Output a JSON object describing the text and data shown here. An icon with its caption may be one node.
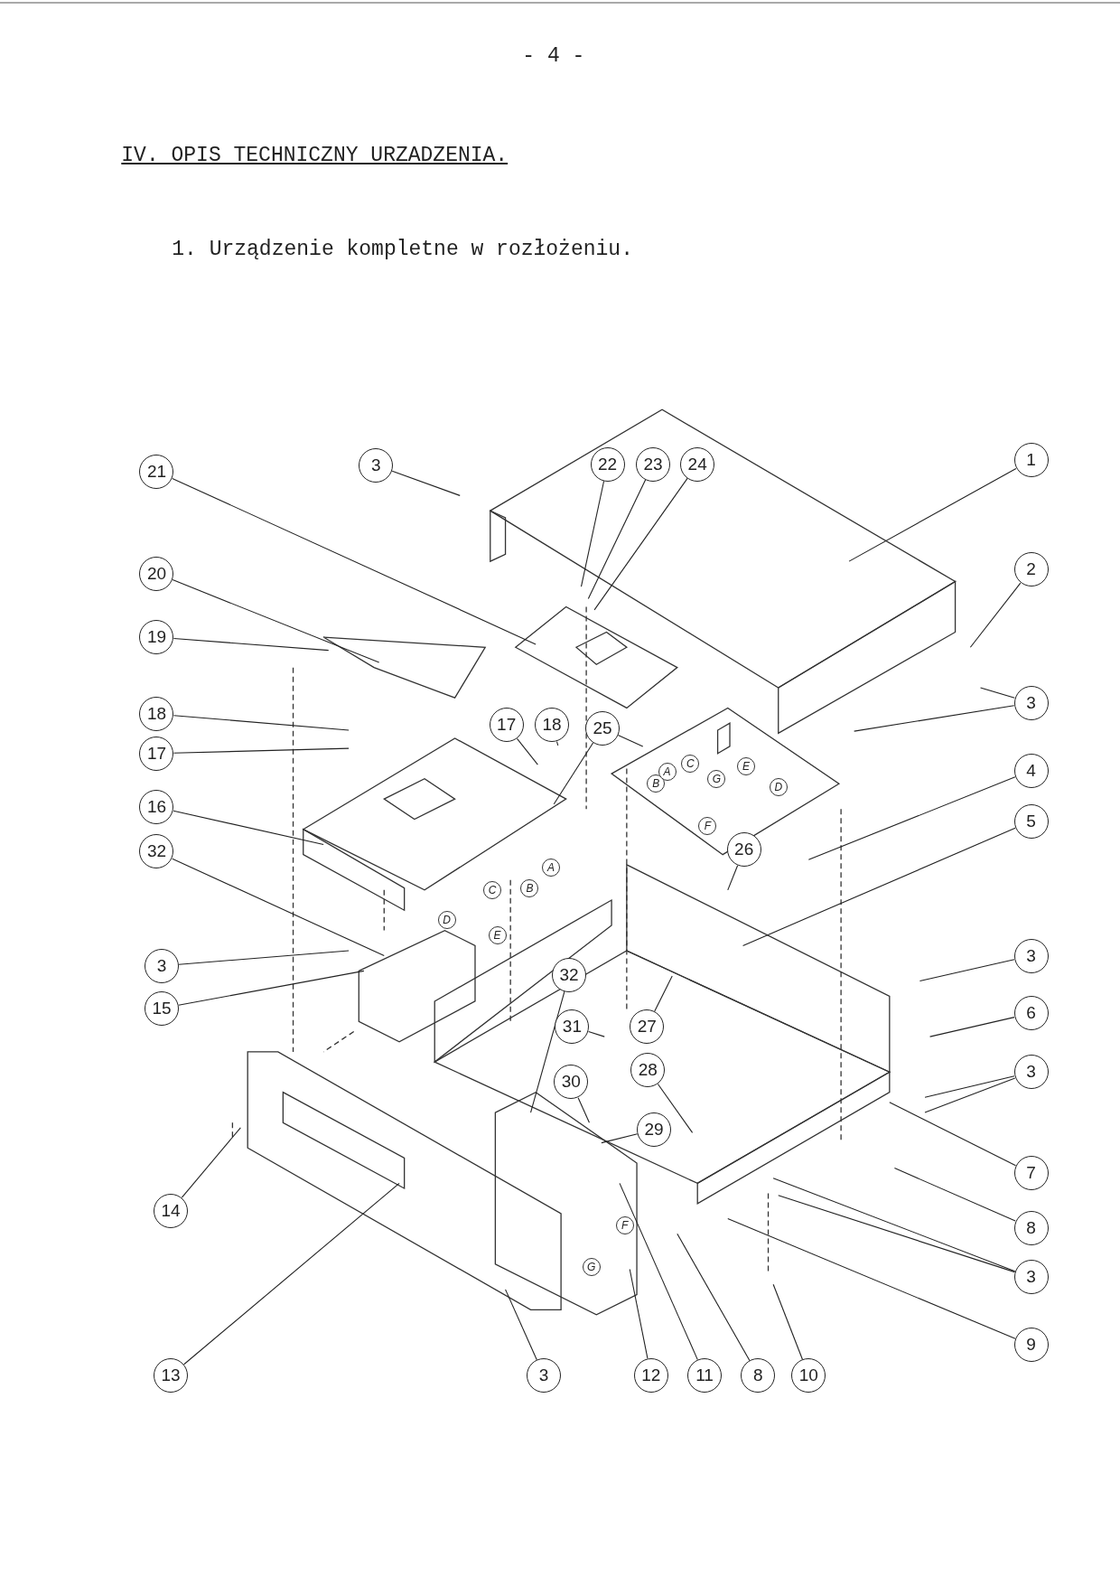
{
  "diagram": {
    "title": "IV. OPIS TECHNICZNY URZADZENIA.",
    "nodes": [
      {
        "text": [
          "1"
        ]
      },
      {
        "text": [
          "2"
        ]
      },
      {
        "text": [
          "3"
        ]
      },
      {
        "text": [
          "21"
        ]
      },
      {
        "text": [
          "22"
        ]
      },
      {
        "text": [
          "23"
        ]
      },
      {
        "text": [
          "24"
        ]
      },
      {
        "text": [
          "20"
        ]
      },
      {
        "text": [
          "19"
        ]
      },
      {
        "text": [
          "3"
        ]
      },
      {
        "text": [
          "18"
        ]
      },
      {
        "text": [
          "17"
        ]
      },
      {
        "text": [
          "18"
        ]
      },
      {
        "text": [
          "25"
        ]
      },
      {
        "text": [
          "17"
        ]
      },
      {
        "text": [
          "16"
        ]
      },
      {
        "text": [
          "4"
        ]
      },
      {
        "text": [
          "5"
        ]
      },
      {
        "text": [
          "26"
        ]
      },
      {
        "text": [
          "32"
        ]
      },
      {
        "text": [
          "3"
        ]
      },
      {
        "text": [
          "15"
        ]
      },
      {
        "text": [
          "3"
        ]
      },
      {
        "text": [
          "32"
        ]
      },
      {
        "text": [
          "6"
        ]
      },
      {
        "text": [
          "31"
        ]
      },
      {
        "text": [
          "27"
        ]
      },
      {
        "text": [
          "3"
        ]
      },
      {
        "text": [
          "28"
        ]
      },
      {
        "text": [
          "30"
        ]
      },
      {
        "text": [
          "29"
        ]
      },
      {
        "text": [
          "7"
        ]
      },
      {
        "text": [
          "14"
        ]
      },
      {
        "text": [
          "8"
        ]
      },
      {
        "text": [
          "3"
        ]
      },
      {
        "text": [
          "9"
        ]
      },
      {
        "text": [
          "13"
        ]
      },
      {
        "text": [
          "3"
        ]
      },
      {
        "text": [
          "12"
        ]
      },
      {
        "text": [
          "11"
        ]
      },
      {
        "text": [
          "8"
        ]
      },
      {
        "text": [
          "10"
        ]
      }
    ],
    "edges": [
      {
        "from": 0,
        "to": null,
        "arrow": "none"
      },
      {
        "from": 1,
        "to": null,
        "arrow": "none"
      },
      {
        "from": 2,
        "to": null,
        "arrow": "none"
      },
      {
        "from": 3,
        "to": null,
        "arrow": "none"
      },
      {
        "from": 4,
        "to": null,
        "arrow": "none"
      },
      {
        "from": 5,
        "to": null,
        "arrow": "none"
      },
      {
        "from": 6,
        "to": null,
        "arrow": "none"
      },
      {
        "from": 7,
        "to": null,
        "arrow": "none"
      },
      {
        "from": 8,
        "to": null,
        "arrow": "none"
      },
      {
        "from": 9,
        "to": null,
        "arrow": "none"
      },
      {
        "from": 9,
        "to": null,
        "arrow": "none"
      },
      {
        "from": 10,
        "to": null,
        "arrow": "none"
      },
      {
        "from": 11,
        "to": null,
        "arrow": "none"
      },
      {
        "from": 12,
        "to": null,
        "arrow": "none"
      },
      {
        "from": 13,
        "to": null,
        "arrow": "none"
      },
      {
        "from": 13,
        "to": null,
        "arrow": "none"
      },
      {
        "from": 14,
        "to": null,
        "arrow": "none"
      },
      {
        "from": 15,
        "to": null,
        "arrow": "none"
      },
      {
        "from": 16,
        "to": null,
        "arrow": "none"
      },
      {
        "from": 17,
        "to": null,
        "arrow": "none"
      },
      {
        "from": 18,
        "to": null,
        "arrow": "none"
      },
      {
        "from": 19,
        "to": null,
        "arrow": "none"
      },
      {
        "from": 20,
        "to": null,
        "arrow": "none"
      },
      {
        "from": 21,
        "to": null,
        "arrow": "none"
      },
      {
        "from": 22,
        "to": null,
        "arrow": "none"
      },
      {
        "from": 23,
        "to": null,
        "arrow": "none"
      },
      {
        "from": 24,
        "to": null,
        "arrow": "none"
      },
      {
        "from": 25,
        "to": null,
        "arrow": "none"
      },
      {
        "from": 26,
        "to": null,
        "arrow": "none"
      },
      {
        "from": 27,
        "to": null,
        "arrow": "none"
      },
      {
        "from": 27,
        "to": null,
        "arrow": "none"
      },
      {
        "from": 28,
        "to": null,
        "arrow": "none"
      },
      {
        "from": 29,
        "to": null,
        "arrow": "none"
      },
      {
        "from": 30,
        "to": null,
        "arrow": "none"
      },
      {
        "from": 31,
        "to": null,
        "arrow": "none"
      },
      {
        "from": 32,
        "to": null,
        "arrow": "none"
      },
      {
        "from": 33,
        "to": null,
        "arrow": "none"
      },
      {
        "from": 34,
        "to": null,
        "arrow": "none"
      },
      {
        "from": 34,
        "to": null,
        "arrow": "none"
      },
      {
        "from": 35,
        "to": null,
        "arrow": "none"
      },
      {
        "from": 36,
        "to": null,
        "arrow": "none"
      },
      {
        "from": 37,
        "to": null,
        "arrow": "none"
      },
      {
        "from": 38,
        "to": null,
        "arrow": "none"
      },
      {
        "from": 39,
        "to": null,
        "arrow": "none"
      },
      {
        "from": 40,
        "to": null,
        "arrow": "none"
      },
      {
        "from": 41,
        "to": null,
        "arrow": "none"
      }
    ],
    "labels": [
      "- 4 -",
      "1. Urządzenie kompletne w rozłożeniu.",
      "B",
      "A",
      "C",
      "G",
      "E",
      "D",
      "F",
      "A",
      "B",
      "C",
      "D",
      "E",
      "F",
      "G"
    ]
  }
}
